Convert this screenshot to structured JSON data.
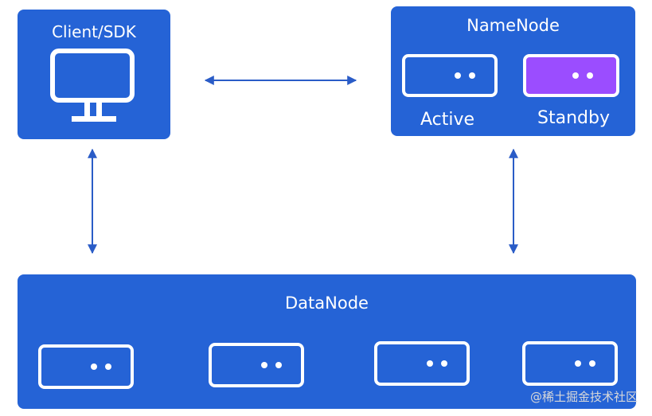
{
  "client": {
    "title": "Client/SDK",
    "icon": "monitor-icon"
  },
  "namenode": {
    "title": "NameNode",
    "active_label": "Active",
    "standby_label": "Standby"
  },
  "datanode": {
    "title": "DataNode",
    "server_count": 4
  },
  "colors": {
    "box_blue": "#2563d6",
    "standby_purple": "#9b4dff",
    "arrow": "#2a5cc7",
    "watermark": "#d9d9d9"
  },
  "watermark": "@稀土掘金技术社区"
}
